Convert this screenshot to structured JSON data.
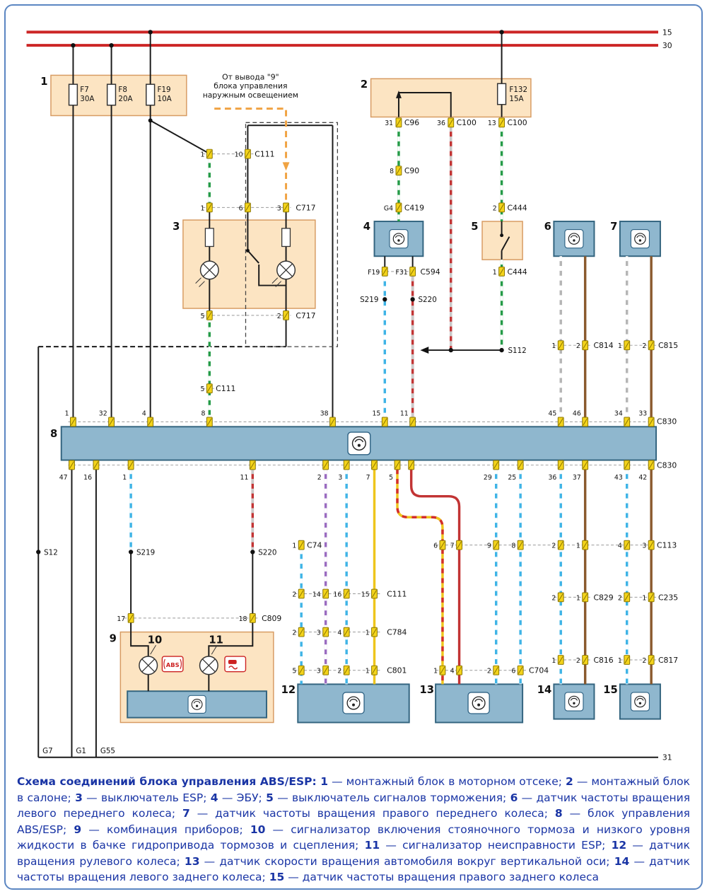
{
  "colors": {
    "bus_red": "#cc2525",
    "module_blue_fill": "#8fb7ce",
    "module_blue_border": "#33647f",
    "relay_box_fill": "#fce4c2",
    "relay_box_border": "#d79b62",
    "pin_yellow": "#f3d31b",
    "legend_blue": "#1a35a5",
    "frame_blue": "#5b86c2",
    "wire_green": "#259b48",
    "wire_red": "#c23434",
    "wire_cyan": "#3fb4e6",
    "wire_purple": "#9a6bc0",
    "wire_yellow": "#eec51c",
    "wire_brown": "#8a5a2e",
    "wire_orange": "#f0a343"
  },
  "bus": {
    "l15": "15",
    "l30": "30",
    "l31": "31"
  },
  "blocks": {
    "n1": "1",
    "n2": "2",
    "n3": "3",
    "n4": "4",
    "n5": "5",
    "n6": "6",
    "n7": "7",
    "n8": "8",
    "n9": "9",
    "n10": "10",
    "n11": "11",
    "n12": "12",
    "n13": "13",
    "n14": "14",
    "n15": "15"
  },
  "fuses": {
    "f7": [
      "F7",
      "30A"
    ],
    "f8": [
      "F8",
      "20A"
    ],
    "f19": [
      "F19",
      "10A"
    ],
    "f132": [
      "F132",
      "15A"
    ]
  },
  "note": [
    "От вывода \"9\"",
    "блока управления",
    "наружным освещением"
  ],
  "splices": {
    "s12": "S12",
    "s112": "S112",
    "s219": "S219",
    "s220": "S220"
  },
  "grounds": {
    "g7": "G7",
    "g1": "G1",
    "g55": "G55"
  },
  "icons": {
    "abs": "ABS"
  },
  "connectors": {
    "c96": {
      "label": "C96",
      "pin": "31"
    },
    "c100a": {
      "label": "C100",
      "pin": "36"
    },
    "c100b": {
      "label": "C100",
      "pin": "13"
    },
    "c90": {
      "label": "C90",
      "pin": "8"
    },
    "c419": {
      "label": "C419",
      "pin": "G4"
    },
    "c444a": {
      "label": "C444",
      "pin": "2"
    },
    "c444b": {
      "label": "C444",
      "pin": "1"
    },
    "c594": {
      "label": "C594",
      "pins": [
        "F19",
        "F31"
      ]
    },
    "c74": {
      "label": "C74",
      "pin": "1"
    },
    "c111_top": {
      "label": "C111",
      "pins": [
        "1",
        "10"
      ]
    },
    "c717_top": {
      "label": "C717",
      "pins": [
        "1",
        "6",
        "3"
      ]
    },
    "c717_bot": {
      "label": "C717",
      "pins": [
        "5",
        "2"
      ]
    },
    "c111_mid": {
      "label": "C111",
      "pin": "5"
    },
    "c814": {
      "label": "C814",
      "pins": [
        "1",
        "2"
      ]
    },
    "c815": {
      "label": "C815",
      "pins": [
        "1",
        "2"
      ]
    },
    "c830_top": {
      "label": "C830",
      "pins": [
        "1",
        "32",
        "4",
        "8",
        "38",
        "15",
        "11",
        "45",
        "46",
        "34",
        "33"
      ]
    },
    "c830_bot": {
      "label": "C830",
      "pins": [
        "47",
        "16",
        "1",
        "11",
        "2",
        "3",
        "7",
        "5",
        "29",
        "25",
        "36",
        "37",
        "43",
        "42"
      ]
    },
    "c809": {
      "label": "C809",
      "pins": [
        "17",
        "18"
      ]
    },
    "c111_low": {
      "label": "C111",
      "pins": [
        "2",
        "14",
        "16",
        "15"
      ]
    },
    "c784": {
      "label": "C784",
      "pins": [
        "2",
        "3",
        "4",
        "1"
      ]
    },
    "c801": {
      "label": "C801",
      "pins": [
        "5",
        "3",
        "2",
        "1"
      ]
    },
    "c704": {
      "label": "C704",
      "pins": [
        "1",
        "4",
        "2",
        "6"
      ]
    },
    "c113": {
      "label": "C113",
      "pins": [
        "6",
        "7",
        "9",
        "8",
        "2",
        "1",
        "4",
        "3"
      ]
    },
    "c829": {
      "label": "C829",
      "pins": [
        "2",
        "1"
      ]
    },
    "c235": {
      "label": "C235",
      "pins": [
        "2",
        "1"
      ]
    },
    "c816": {
      "label": "C816",
      "pins": [
        "1",
        "2"
      ]
    },
    "c817": {
      "label": "C817",
      "pins": [
        "1",
        "2"
      ]
    }
  },
  "legend": {
    "title": "Схема соединений блока управления ABS/ESP:",
    "items": [
      {
        "n": "1",
        "text": "монтажный блок в моторном отсеке"
      },
      {
        "n": "2",
        "text": "монтажный блок в салоне"
      },
      {
        "n": "3",
        "text": "выключатель ESP"
      },
      {
        "n": "4",
        "text": "ЭБУ"
      },
      {
        "n": "5",
        "text": "выключатель сигналов торможения"
      },
      {
        "n": "6",
        "text": "датчик частоты вращения левого переднего колеса"
      },
      {
        "n": "7",
        "text": "датчик частоты вращения правого переднего колеса"
      },
      {
        "n": "8",
        "text": "блок управления ABS/ESP"
      },
      {
        "n": "9",
        "text": "комбинация приборов"
      },
      {
        "n": "10",
        "text": "сигнализатор включения стояночного тормоза и низкого уровня жидкости в бачке гидропривода тормозов и сцепления"
      },
      {
        "n": "11",
        "text": "сигнализатор неисправности ESP"
      },
      {
        "n": "12",
        "text": "датчик вращения рулевого колеса"
      },
      {
        "n": "13",
        "text": "датчик скорости вращения автомобиля вокруг вертикальной оси"
      },
      {
        "n": "14",
        "text": "датчик частоты вращения левого заднего колеса"
      },
      {
        "n": "15",
        "text": "датчик частоты вращения правого заднего колеса"
      }
    ]
  }
}
